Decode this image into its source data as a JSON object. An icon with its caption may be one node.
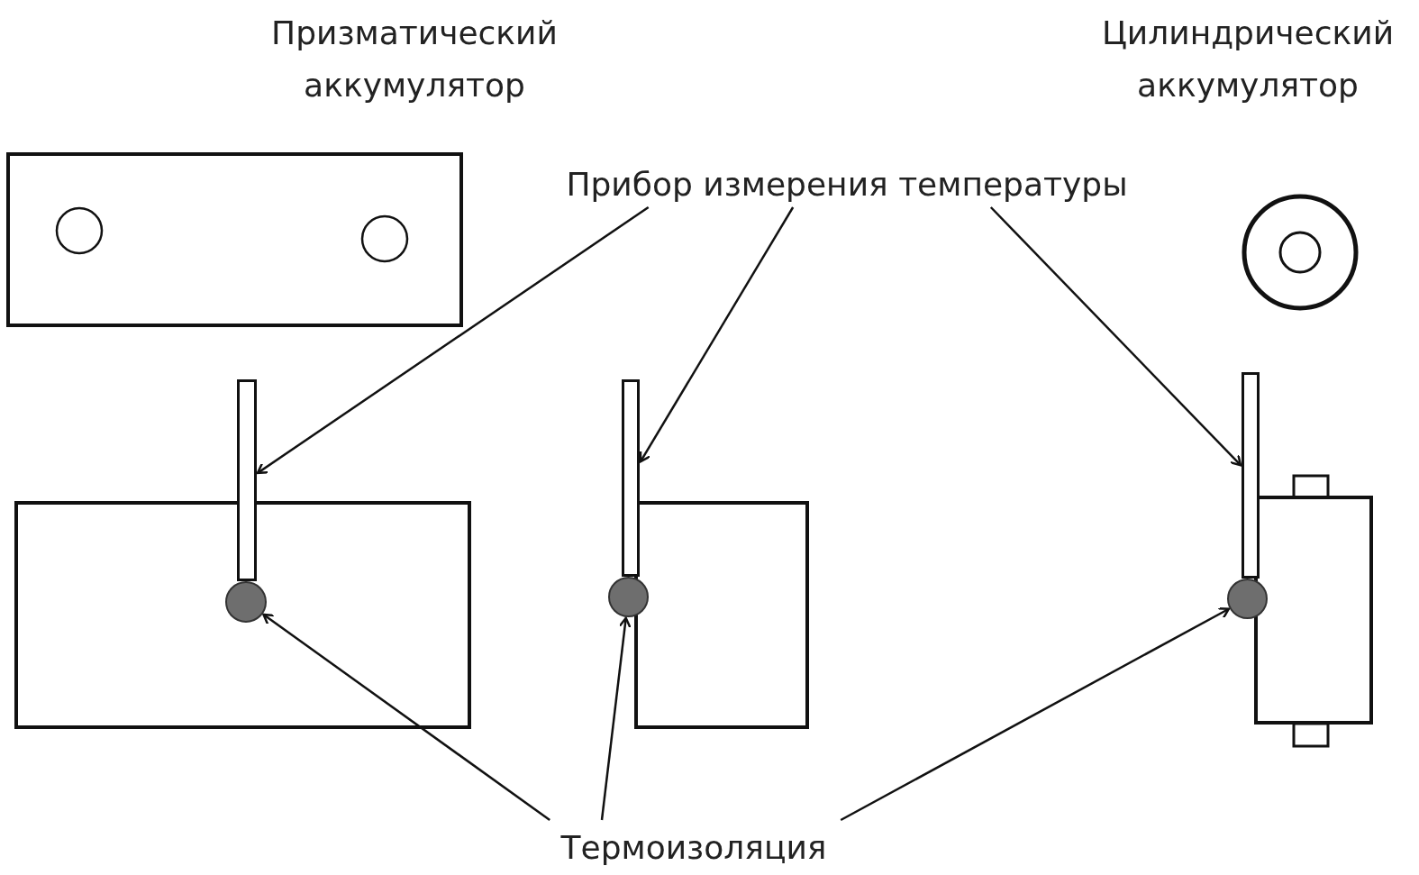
{
  "diagram": {
    "nodes": [
      {
        "text": [
          "Прибор измерения температуры"
        ]
      },
      {
        "text": [],
        "shape": "bar"
      },
      {
        "text": [],
        "shape": "bar"
      },
      {
        "text": [],
        "shape": "bar"
      },
      {
        "text": [
          "Термоизоляция"
        ]
      },
      {
        "text": [],
        "shape": "circle"
      },
      {
        "text": [],
        "shape": "circle"
      },
      {
        "text": [],
        "shape": "circle"
      }
    ],
    "edges": [
      {
        "from": 0,
        "to": 1,
        "arrow": "to"
      },
      {
        "from": 0,
        "to": 2,
        "arrow": "to"
      },
      {
        "from": 0,
        "to": 3,
        "arrow": "to"
      },
      {
        "from": 4,
        "to": 5,
        "arrow": "to"
      },
      {
        "from": 4,
        "to": 6,
        "arrow": "to"
      },
      {
        "from": 4,
        "to": 7,
        "arrow": "to"
      }
    ],
    "labels": [
      "Призматический аккумулятор",
      "Цилиндрический аккумулятор"
    ]
  }
}
